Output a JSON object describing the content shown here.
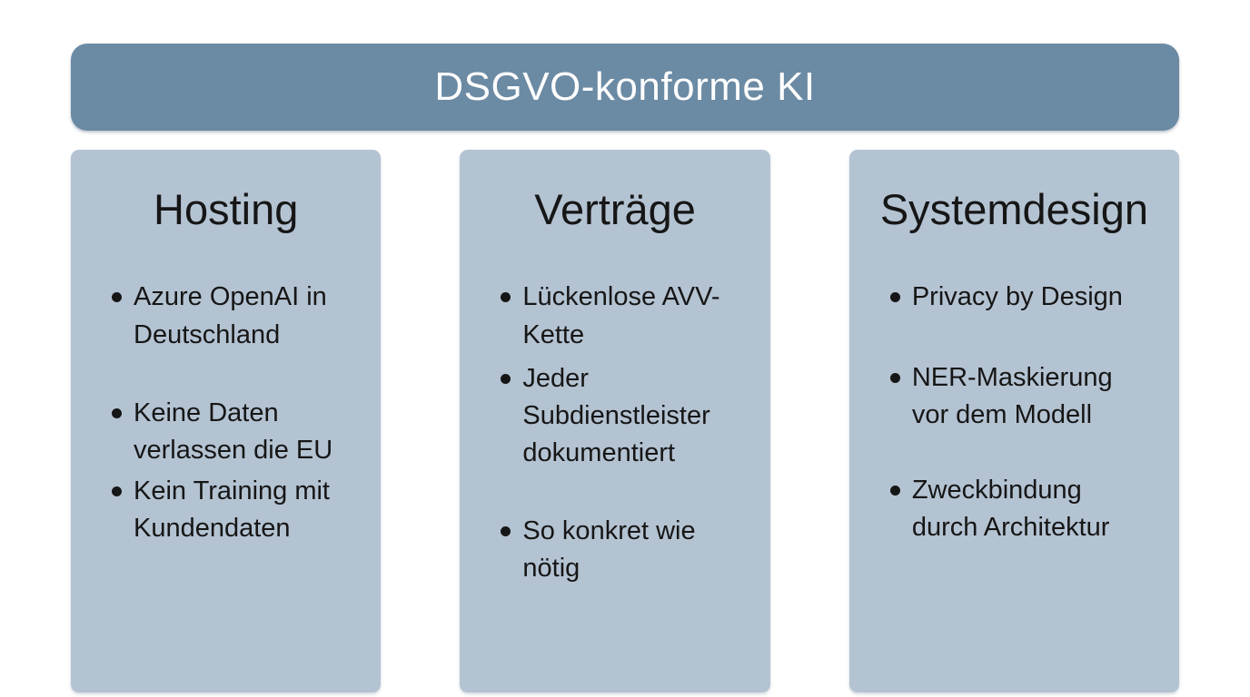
{
  "slide": {
    "header": {
      "title": "DSGVO-konforme KI"
    },
    "columns": [
      {
        "title": "Hosting",
        "items": [
          "Azure OpenAI in Deutschland",
          "Keine Daten verlassen die EU",
          "Kein Training mit Kundendaten"
        ]
      },
      {
        "title": "Verträge",
        "items": [
          "Lückenlose AVV-Kette",
          "Jeder Subdienstleister dokumentiert",
          "So konkret wie nötig"
        ]
      },
      {
        "title": "Systemdesign",
        "items": [
          "Privacy by Design",
          "NER-Maskierung vor dem Modell",
          "Zweckbindung durch Architektur"
        ]
      }
    ],
    "colors": {
      "header_bg": "#6b8aa4",
      "card_bg": "#b4c3d2",
      "header_text": "#fdfdfd",
      "body_text": "#161616",
      "page_bg": "#ffffff"
    }
  }
}
